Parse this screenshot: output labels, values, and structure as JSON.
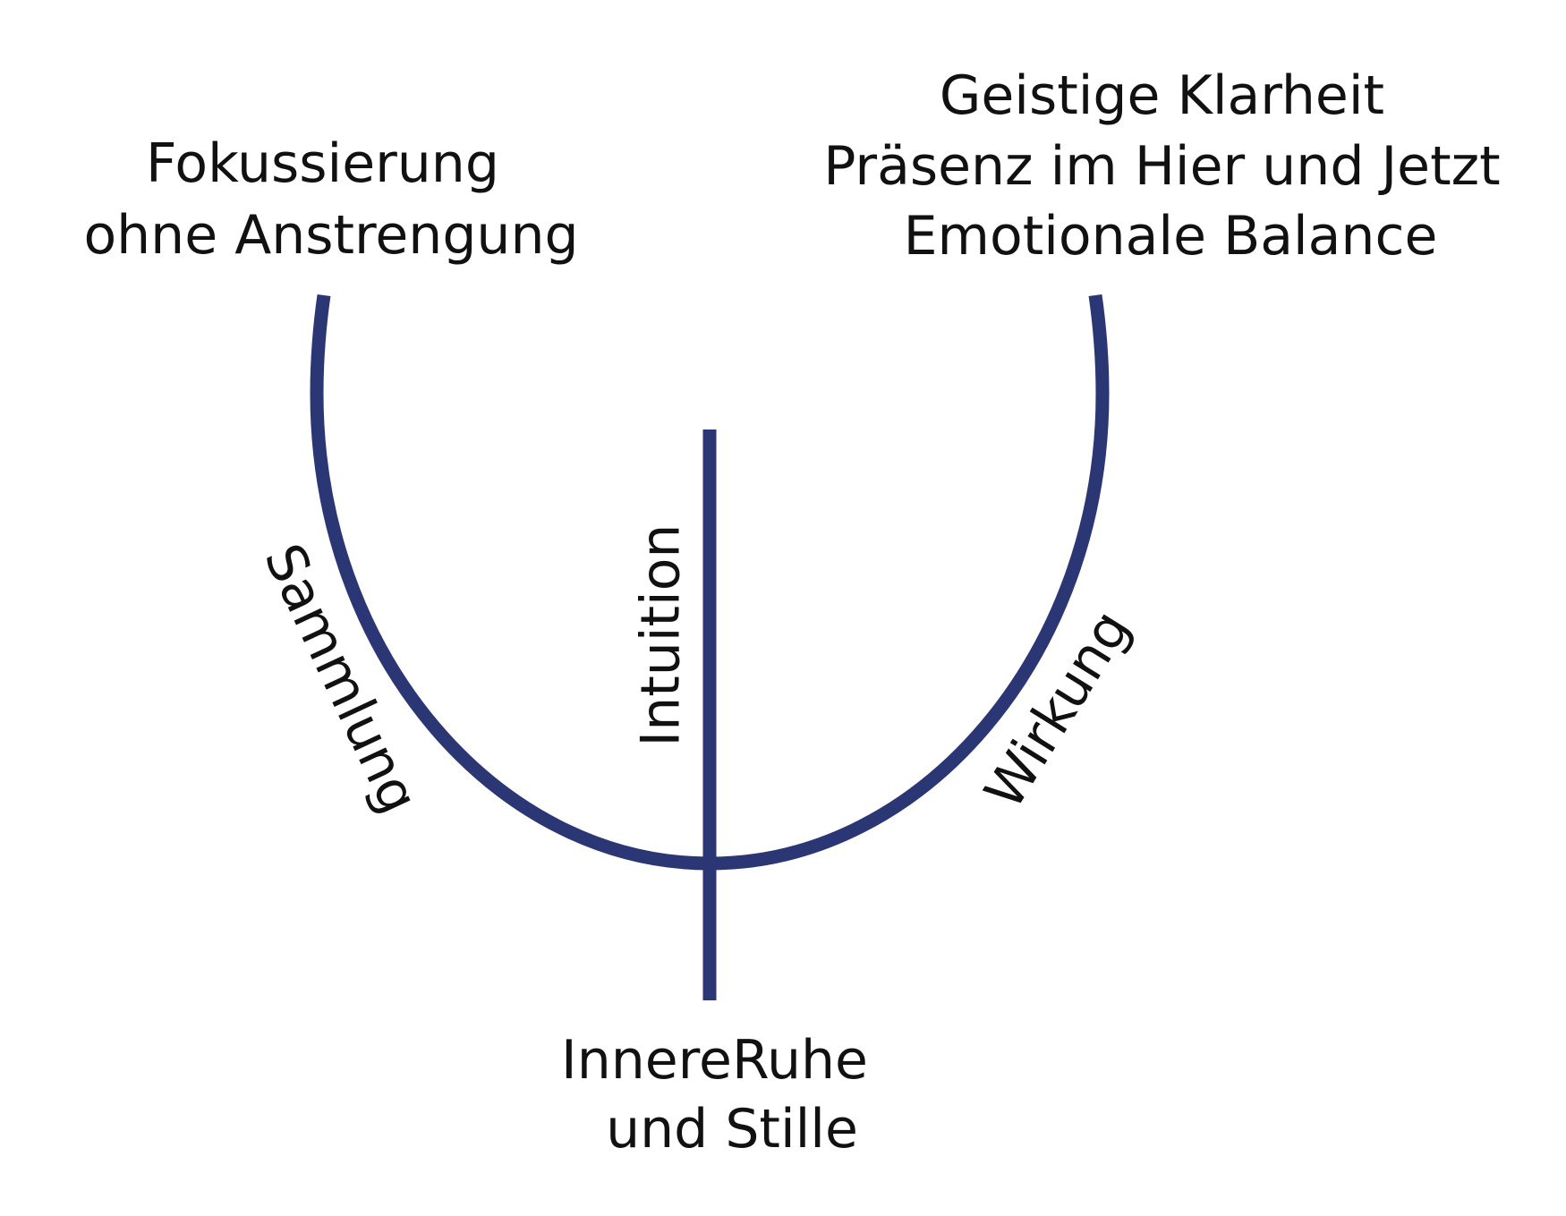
{
  "colors": {
    "stroke": "#2b3674",
    "text": "#111111",
    "background": "#ffffff"
  },
  "labels": {
    "top_left": [
      "Fokussierung",
      "ohne Anstrengung"
    ],
    "top_right": [
      "Geistige Klarheit",
      "Präsenz im Hier und Jetzt",
      "Emotionale Balance"
    ],
    "bottom": [
      "InnereRuhe",
      "und Stille"
    ],
    "left_arc": "Sammlung",
    "center_line": "Intuition",
    "right_arc": "Wirkung"
  }
}
